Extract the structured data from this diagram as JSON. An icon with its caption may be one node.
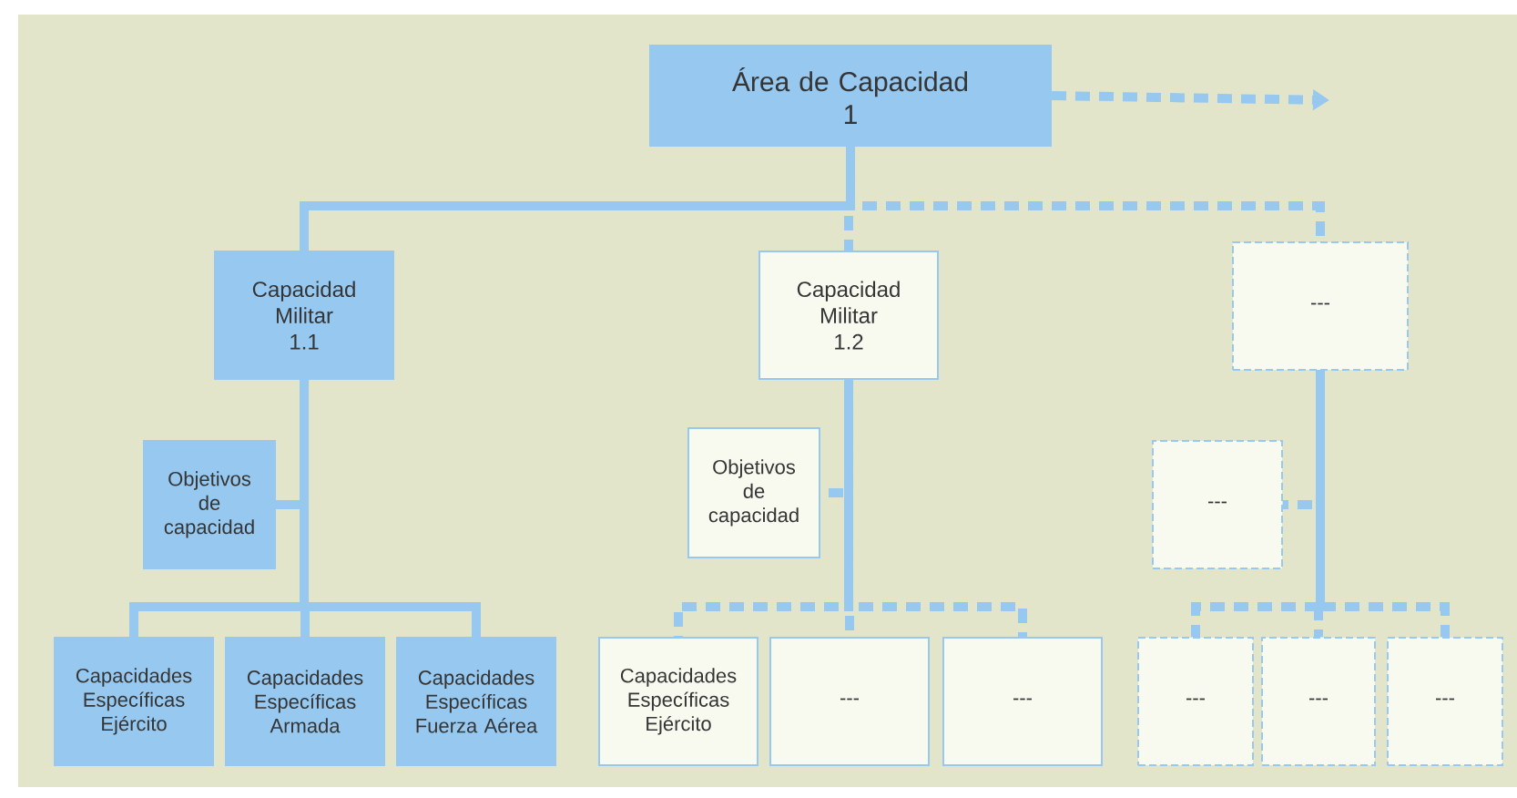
{
  "diagram": {
    "nodes": [
      {
        "text": [
          "Área de Capacidad",
          "1"
        ]
      },
      {
        "text": [
          "Capacidad Militar",
          "1.1"
        ]
      },
      {
        "text": [
          "Capacidad Militar",
          "1.2"
        ]
      },
      {
        "text": [
          "---"
        ]
      },
      {
        "text": [
          "Objetivos de capacidad"
        ]
      },
      {
        "text": [
          "Capacidades Específicas Ejército"
        ]
      },
      {
        "text": [
          "Capacidades Específicas Armada"
        ]
      },
      {
        "text": [
          "Capacidades Específicas Fuerza Aérea"
        ]
      },
      {
        "text": [
          "Objetivos de capacidad"
        ]
      },
      {
        "text": [
          "Capacidades Específicas Ejército"
        ]
      },
      {
        "text": [
          "---"
        ]
      },
      {
        "text": [
          "---"
        ]
      },
      {
        "text": [
          "---"
        ]
      },
      {
        "text": [
          "---"
        ]
      },
      {
        "text": [
          "---"
        ]
      },
      {
        "text": [
          "---"
        ]
      }
    ],
    "edges": [
      {
        "from": 0,
        "to": null,
        "arrow": "to",
        "style": "dashed"
      },
      {
        "from": 0,
        "to": 1,
        "arrow": "none"
      },
      {
        "from": 0,
        "to": 2,
        "arrow": "none",
        "style": "dashed"
      },
      {
        "from": 0,
        "to": 3,
        "arrow": "none",
        "style": "dashed"
      },
      {
        "from": 1,
        "to": 4,
        "arrow": "none"
      },
      {
        "from": 1,
        "to": 5,
        "arrow": "none"
      },
      {
        "from": 1,
        "to": 6,
        "arrow": "none"
      },
      {
        "from": 1,
        "to": 7,
        "arrow": "none"
      },
      {
        "from": 2,
        "to": 8,
        "arrow": "none",
        "style": "dashed"
      },
      {
        "from": 2,
        "to": 9,
        "arrow": "none",
        "style": "dashed"
      },
      {
        "from": 2,
        "to": 10,
        "arrow": "none",
        "style": "dashed"
      },
      {
        "from": 2,
        "to": 11,
        "arrow": "none",
        "style": "dashed"
      },
      {
        "from": 3,
        "to": 12,
        "arrow": "none",
        "style": "dashed"
      },
      {
        "from": 3,
        "to": 13,
        "arrow": "none",
        "style": "dashed"
      },
      {
        "from": 3,
        "to": 14,
        "arrow": "none",
        "style": "dashed"
      },
      {
        "from": 3,
        "to": 15,
        "arrow": "none",
        "style": "dashed"
      }
    ]
  }
}
